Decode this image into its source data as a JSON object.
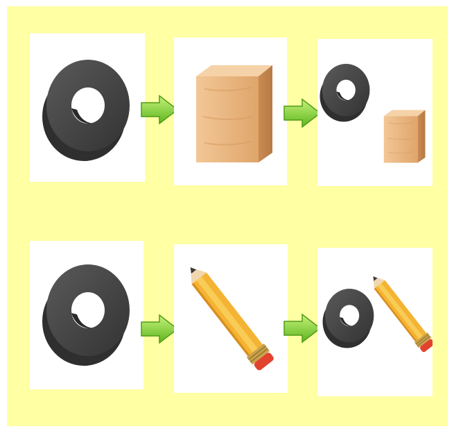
{
  "colors": {
    "background": "#ffffa3",
    "panel": "#ffffff",
    "magnet": "#4a4a4a",
    "arrow": "#7fd22e",
    "wood": "#e8b47e",
    "pencil": "#f2b632"
  },
  "rows": [
    {
      "panels": [
        {
          "object": "ring-magnet"
        },
        {
          "object": "wooden-block"
        },
        {
          "object": "ring-magnet-and-wooden-block-apart"
        }
      ]
    },
    {
      "panels": [
        {
          "object": "ring-magnet"
        },
        {
          "object": "pencil"
        },
        {
          "object": "ring-magnet-and-pencil-apart"
        }
      ]
    }
  ],
  "icons": [
    "green-arrow-icon",
    "ring-magnet-icon",
    "wooden-block-icon",
    "pencil-icon"
  ]
}
